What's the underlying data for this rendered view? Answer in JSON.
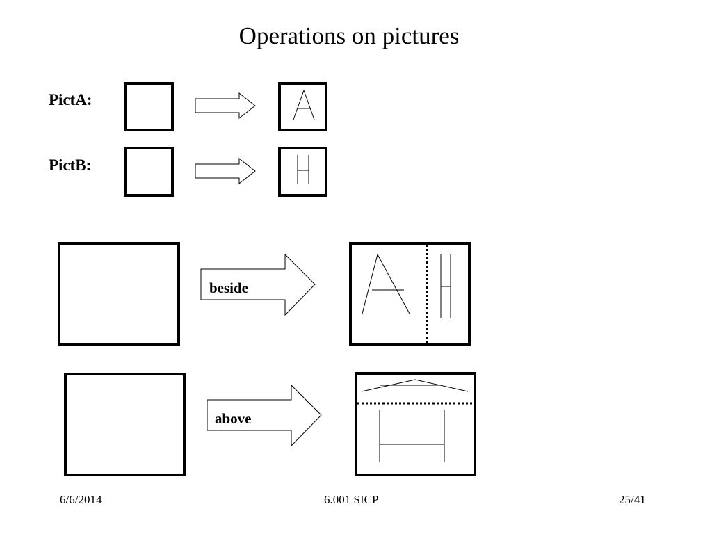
{
  "slide": {
    "title": "Operations on pictures"
  },
  "pict_a": {
    "label": "PictA:"
  },
  "pict_b": {
    "label": "PictB:"
  },
  "operations": {
    "beside_label": "beside",
    "above_label": "above"
  },
  "footer": {
    "date": "6/6/2014",
    "course": "6.001 SICP",
    "page": "25/41"
  }
}
